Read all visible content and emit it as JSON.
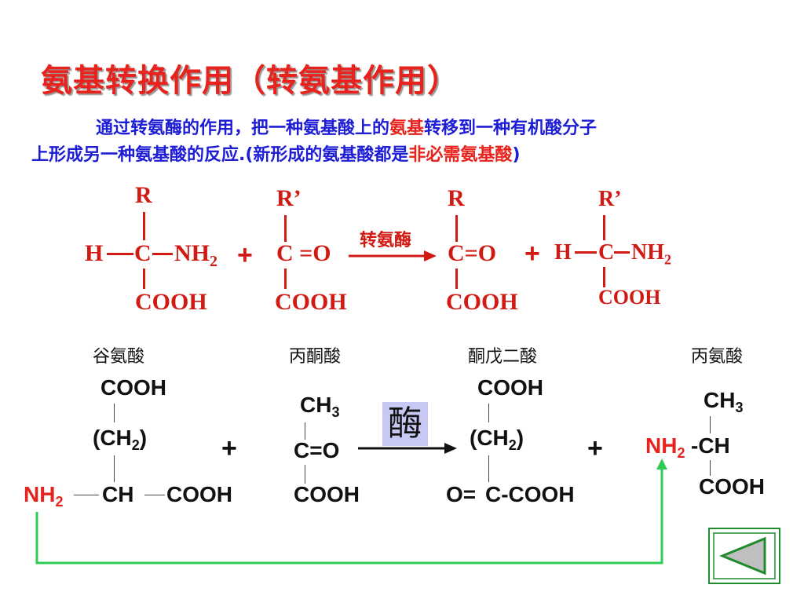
{
  "title": "氨基转换作用（转氨基作用）",
  "description": {
    "line1_prefix": "通过转氨酶的作用，把一种氨基酸上的",
    "line1_highlight": "氨基",
    "line1_suffix": "转移到一种有机酸分子",
    "line2_prefix": "上形成另一种氨基酸的反应.(新形成的氨基酸都是",
    "line2_highlight": "非必需氨基酸",
    "line2_suffix": ")"
  },
  "general_reaction": {
    "substrate1": {
      "top": "R",
      "left": "H",
      "center": "C",
      "right": "NH",
      "right_sub": "2",
      "bottom": "COOH"
    },
    "plus1": "+",
    "substrate2": {
      "top": "R’",
      "center": "C =O",
      "bottom": "COOH"
    },
    "enzyme_label": "转氨酶",
    "product1": {
      "top": "R",
      "center": "C=O",
      "bottom": "COOH"
    },
    "plus2": "+",
    "product2": {
      "top": "R’",
      "left": "H",
      "center": "C",
      "right": "NH",
      "right_sub": "2",
      "bottom": "COOH"
    }
  },
  "compound_names": [
    "谷氨酸",
    "丙酮酸",
    "酮戊二酸",
    "丙氨酸"
  ],
  "specific_reaction": {
    "glutamate": {
      "top": "COOH",
      "mid": "(CH",
      "mid_sub": "2",
      "mid_end": ")",
      "left": "NH",
      "left_sub": "2",
      "center": "CH",
      "right": "COOH"
    },
    "plus1": "+",
    "pyruvate": {
      "top": "CH",
      "top_sub": "3",
      "mid": "C=O",
      "bottom": "COOH"
    },
    "enzyme": "酶",
    "ketoglutarate": {
      "top": "COOH",
      "mid": "(CH",
      "mid_sub": "2",
      "mid_end": ")",
      "left": "O=",
      "center": "C-COOH"
    },
    "plus2": "+",
    "alanine": {
      "top": "CH",
      "top_sub": "3",
      "left": "NH",
      "left_sub": "2",
      "center": "-CH",
      "bottom": "COOH"
    }
  },
  "colors": {
    "title": "#e8231d",
    "text": "#1d1dd6",
    "highlight": "#e8231d",
    "amino_group": "#e8231d",
    "transfer_arrow": "#2ecc55",
    "nav_button": "#1f8a2e"
  },
  "nav": {
    "icon": "triangle-left-icon"
  }
}
